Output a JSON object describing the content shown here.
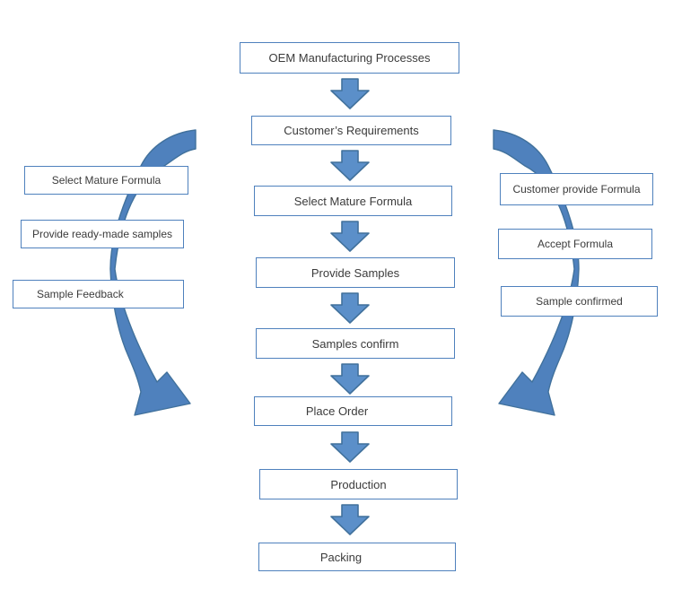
{
  "diagram_title": "OEM Manufacturing Processes",
  "colors": {
    "block_arrow_fill": "#5b8fc9",
    "block_arrow_border": "#41719c",
    "curved_arrow_fill": "#4f81bd",
    "curved_arrow_border": "#41719c",
    "box_border": "#4f81bd",
    "box_background": "#ffffff",
    "text": "#3b3b3b"
  },
  "main_flow": {
    "steps": [
      {
        "label": "OEM Manufacturing Processes"
      },
      {
        "label": "Customer’s Requirements"
      },
      {
        "label": "Select Mature Formula"
      },
      {
        "label": "Provide Samples"
      },
      {
        "label": "Samples confirm"
      },
      {
        "label": "Place Order"
      },
      {
        "label": "Production"
      },
      {
        "label": "Packing"
      }
    ]
  },
  "left_branch": {
    "steps": [
      {
        "label": "Select Mature Formula"
      },
      {
        "label": "Provide ready-made samples"
      },
      {
        "label": "Sample Feedback"
      }
    ]
  },
  "right_branch": {
    "steps": [
      {
        "label": "Customer provide Formula"
      },
      {
        "label": "Accept Formula"
      },
      {
        "label": "Sample confirmed"
      }
    ]
  }
}
